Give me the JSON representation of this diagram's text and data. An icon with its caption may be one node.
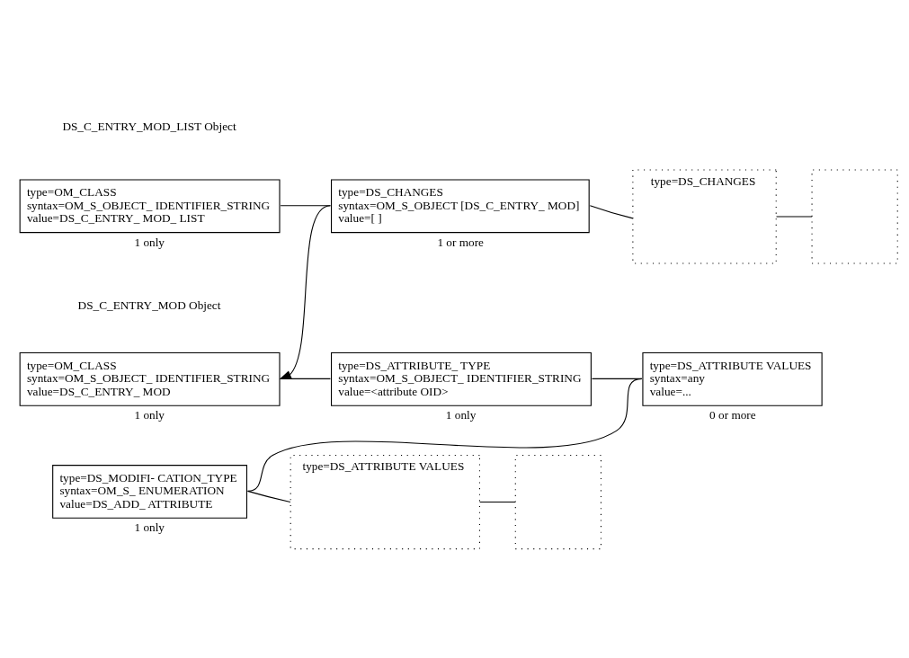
{
  "diagram": {
    "nodes": [
      {
        "text": [
          "type=OM_CLASS",
          "syntax=OM_S_OBJECT_ IDENTIFIER_STRING",
          "value=DS_C_ENTRY_ MOD_ LIST"
        ],
        "beside": [
          "1 only"
        ]
      },
      {
        "text": [
          "type=DS_CHANGES",
          "syntax=OM_S_OBJECT [DS_C_ENTRY_ MOD]",
          "value=[ ]"
        ],
        "beside": [
          "1 or more"
        ]
      },
      {
        "text": [
          "type=DS_CHANGES"
        ]
      },
      {
        "text": [],
        "shape": "box"
      },
      {
        "text": [
          "type=OM_CLASS",
          "syntax=OM_S_OBJECT_ IDENTIFIER_STRING",
          "value=DS_C_ENTRY_ MOD"
        ],
        "beside": [
          "1 only"
        ]
      },
      {
        "text": [
          "type=DS_ATTRIBUTE_ TYPE",
          "syntax=OM_S_OBJECT_ IDENTIFIER_STRING",
          "value=<attribute OID>"
        ],
        "beside": [
          "1 only"
        ]
      },
      {
        "text": [
          "type=DS_ATTRIBUTE VALUES",
          "syntax=any",
          "value=..."
        ],
        "beside": [
          "0 or more"
        ]
      },
      {
        "text": [
          "type=DS_MODIFI- CATION_TYPE",
          "syntax=OM_S_ ENUMERATION",
          "value=DS_ADD_ ATTRIBUTE"
        ],
        "beside": [
          "1 only"
        ]
      },
      {
        "text": [
          "type=DS_ATTRIBUTE VALUES"
        ]
      },
      {
        "text": [],
        "shape": "box"
      }
    ],
    "edges": [
      {
        "from": 0,
        "to": 1,
        "arrow": "none"
      },
      {
        "from": 1,
        "to": 2,
        "arrow": "none"
      },
      {
        "from": 2,
        "to": 3,
        "arrow": "none"
      },
      {
        "from": 1,
        "to": 4,
        "arrow": "to"
      },
      {
        "from": 4,
        "to": 5,
        "arrow": "none"
      },
      {
        "from": 5,
        "to": 6,
        "arrow": "none"
      },
      {
        "from": 6,
        "to": 7,
        "arrow": "none"
      },
      {
        "from": 7,
        "to": 8,
        "arrow": "none"
      },
      {
        "from": 8,
        "to": 9,
        "arrow": "none"
      }
    ],
    "labels": [
      "DS_C_ENTRY_MOD_LIST Object",
      "DS_C_ENTRY_MOD Object"
    ]
  }
}
